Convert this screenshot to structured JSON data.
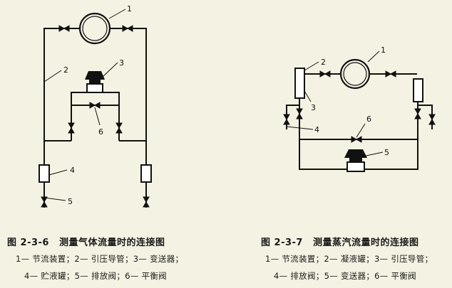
{
  "left_figure": {
    "labels": [
      "1",
      "2",
      "3",
      "4",
      "5",
      "6"
    ],
    "caption_no": "图 2-3-6",
    "caption_title": "测量气体流量时的连接图",
    "legend_line1": "1— 节流装置；2— 引压导管；3— 变送器；",
    "legend_line2": "4— 贮液罐；5— 排放阀；6— 平衡阀"
  },
  "right_figure": {
    "labels": [
      "1",
      "2",
      "3",
      "4",
      "5",
      "6"
    ],
    "caption_no": "图 2-3-7",
    "caption_title": "测量蒸汽流量时的连接图",
    "legend_line1": "1— 节流装置；2— 凝液罐；3— 引压导管；",
    "legend_line2": "4— 排放阀；5— 变送器；6— 平衡阀"
  }
}
